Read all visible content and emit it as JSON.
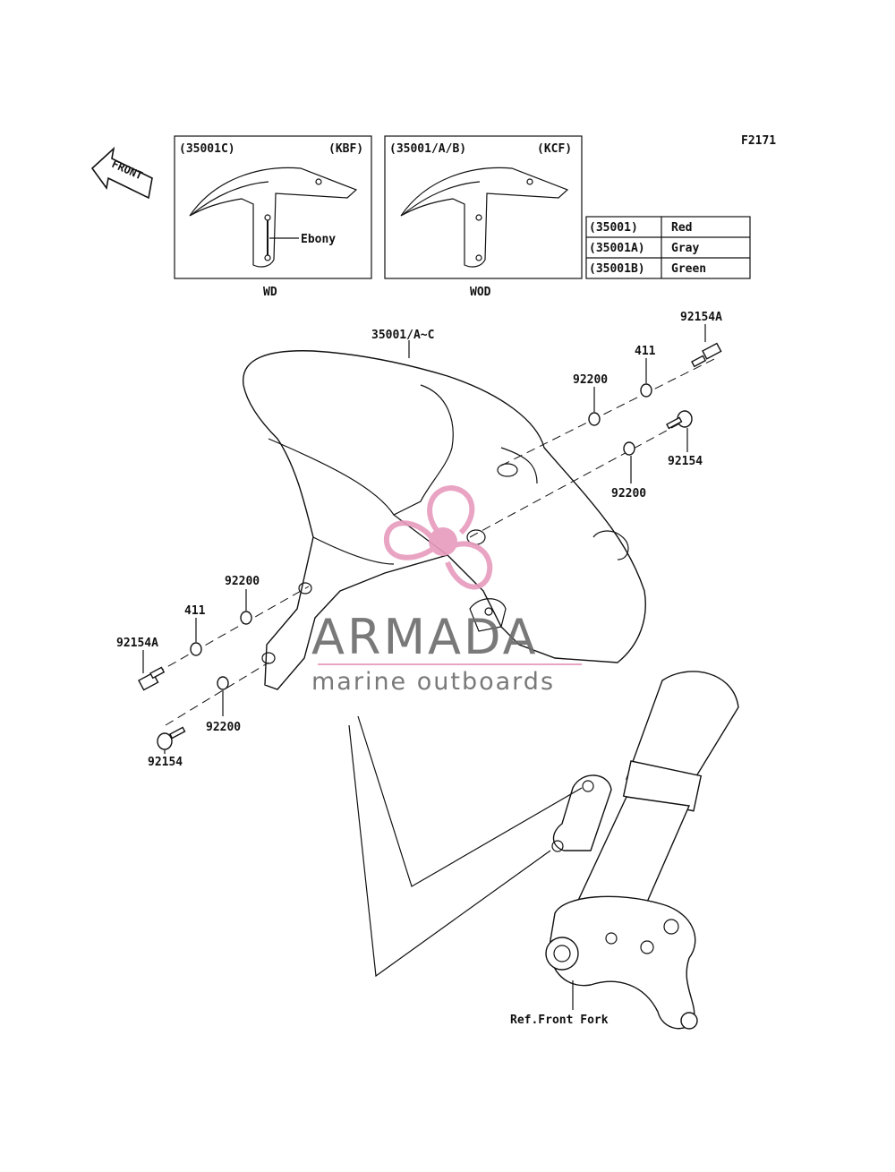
{
  "figure_code": "F2171",
  "front_arrow": "FRONT",
  "inset_left": {
    "code": "(35001C)",
    "model": "(KBF)",
    "callout": "Ebony",
    "caption": "WD"
  },
  "inset_right": {
    "code": "(35001/A/B)",
    "model": "(KCF)",
    "caption": "WOD"
  },
  "color_table": [
    {
      "code": "(35001)",
      "color": "Red"
    },
    {
      "code": "(35001A)",
      "color": "Gray"
    },
    {
      "code": "(35001B)",
      "color": "Green"
    }
  ],
  "parts": {
    "fender": "35001/A~C",
    "bolt_a_right": "92154A",
    "washer_411_right": "411",
    "washer_92200_right_upper": "92200",
    "bolt_right": "92154",
    "washer_92200_right_lower": "92200",
    "washer_92200_left_upper": "92200",
    "washer_411_left": "411",
    "bolt_a_left": "92154A",
    "washer_92200_left_lower": "92200",
    "bolt_left": "92154",
    "fork_ref": "Ref.Front Fork"
  },
  "watermark": {
    "brand": "ARMADA",
    "tagline": "marine outboards",
    "colors": {
      "logo": "#e79bbd",
      "text": "#6b6b6b"
    }
  }
}
